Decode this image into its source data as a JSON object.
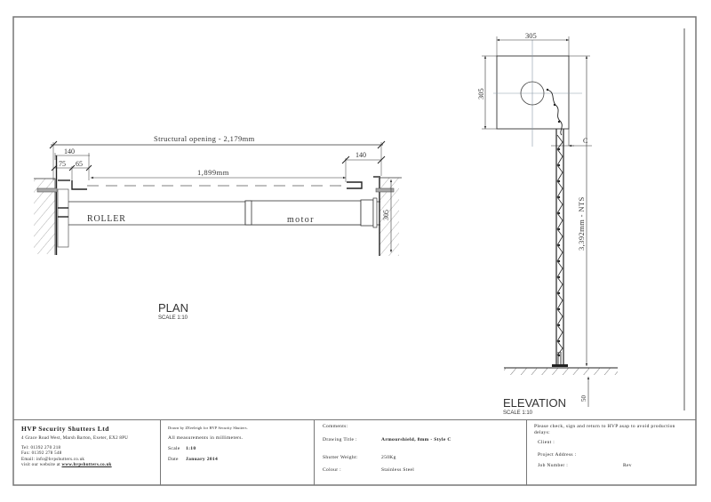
{
  "plan": {
    "title": "PLAN",
    "scale": "SCALE  1:10",
    "structural_opening": "Structural opening - 2,179mm",
    "dim_left_total": "140",
    "dim_left_a": "75",
    "dim_left_b": "65",
    "dim_right": "140",
    "dim_clear": "1,899mm",
    "dim_box_depth": "305",
    "label_roller": "ROLLER",
    "label_motor": "motor"
  },
  "elevation": {
    "title": "ELEVATION",
    "scale": "SCALE  1:10",
    "dim_box_width": "305",
    "dim_box_height": "305",
    "dim_height": "3,392mm  - NTS",
    "dim_c": "C",
    "dim_base": "50"
  },
  "title_block": {
    "company": {
      "name": "HVP Security Shutters Ltd",
      "address": "4 Grace Road West, Marsh Barton, Exeter, EX2 8PU",
      "tel": "Tel: 01392 270 218",
      "fax": "Fax: 01392 278 548",
      "email": "Email: info@hvpshutters.co.uk",
      "website_prefix": "visit our website at ",
      "website": "www.hvpshutters.co.uk"
    },
    "drawing_info": {
      "drawn_by": "Drawn by ZEeeleigh for HVP Security Shutters.",
      "measurements": "All measurements in millimeters.",
      "scale_label": "Scale",
      "scale_value": "1:10",
      "date_label": "Date",
      "date_value": "January 2014"
    },
    "details": {
      "comments_label": "Comments:",
      "drawing_title_label": "Drawing Title :",
      "drawing_title_value": "Armourshield, 8mm - Style C",
      "weight_label": "Shutter Weight:",
      "weight_value": "250Kg",
      "colour_label": "Colour :",
      "colour_value": "Stainless Steel"
    },
    "approval": {
      "notice": "Please check, sign and return to HVP asap to avoid production delays:",
      "client_label": "Client :",
      "project_address_label": "Project Address :",
      "job_number_label": "Job Number :",
      "rev_label": "Rev"
    }
  },
  "colors": {
    "line": "#333333",
    "frame": "#777777",
    "centerline": "#8a9aa8",
    "hatch": "#9a9a9a"
  }
}
